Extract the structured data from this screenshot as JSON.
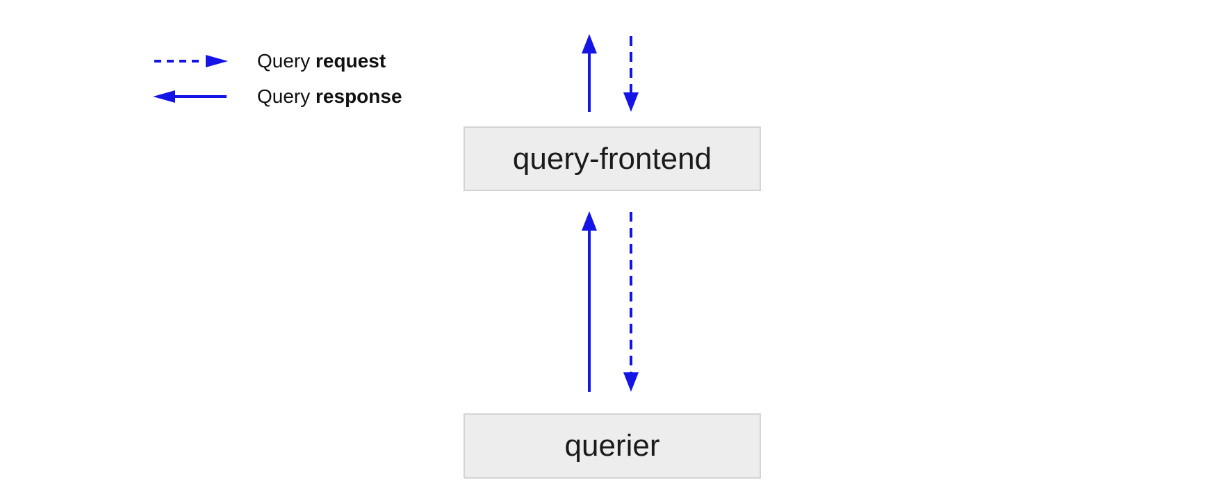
{
  "colors": {
    "arrow": "#1414e6",
    "node_fill": "#ededed",
    "node_border": "#d4d4d4",
    "node_text": "#1b1b1b",
    "legend_text": "#101010",
    "background": "#ffffff"
  },
  "legend": {
    "items": [
      {
        "prefix": "Query",
        "bold": "request",
        "arrow_style": "dashed",
        "arrow_direction": "right"
      },
      {
        "prefix": "Query",
        "bold": "response",
        "arrow_style": "solid",
        "arrow_direction": "left"
      }
    ]
  },
  "nodes": [
    {
      "id": "query-frontend",
      "label": "query-frontend"
    },
    {
      "id": "querier",
      "label": "querier"
    }
  ],
  "arrows": [
    {
      "name": "response-up-top",
      "style": "solid",
      "direction": "up",
      "meaning": "Query response",
      "location": "above query-frontend"
    },
    {
      "name": "request-down-top",
      "style": "dashed",
      "direction": "down",
      "meaning": "Query request",
      "location": "into query-frontend from above"
    },
    {
      "name": "response-up-middle",
      "style": "solid",
      "direction": "up",
      "meaning": "Query response",
      "location": "querier to query-frontend"
    },
    {
      "name": "request-down-middle",
      "style": "dashed",
      "direction": "down",
      "meaning": "Query request",
      "location": "query-frontend to querier"
    }
  ]
}
